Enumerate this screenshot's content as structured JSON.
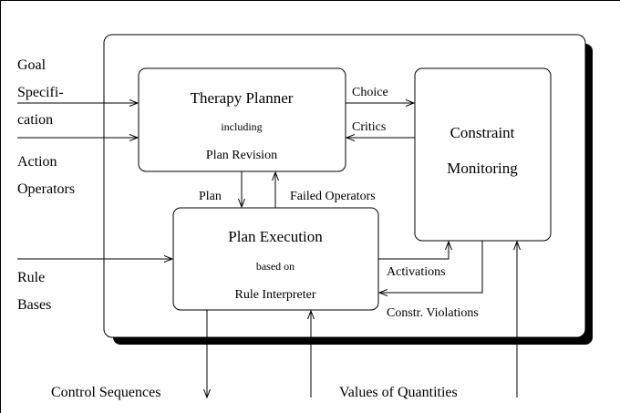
{
  "diagram": {
    "inputs": {
      "goal_line1": "Goal",
      "goal_line2": "Specifi-",
      "goal_line3": "cation",
      "action_line1": "Action",
      "action_line2": "Operators",
      "rule_line1": "Rule",
      "rule_line2": "Bases"
    },
    "boxes": {
      "therapy_planner": {
        "title": "Therapy Planner",
        "sub": "including",
        "detail": "Plan Revision"
      },
      "constraint_monitoring": {
        "line1": "Constraint",
        "line2": "Monitoring"
      },
      "plan_execution": {
        "title": "Plan Execution",
        "sub": "based on",
        "detail": "Rule Interpreter"
      }
    },
    "edges": {
      "choice": "Choice",
      "critics": "Critics",
      "plan": "Plan",
      "failed_operators": "Failed Operators",
      "activations": "Activations",
      "constr_violations": "Constr. Violations"
    },
    "outputs": {
      "control_sequences": "Control Sequences",
      "values_of_quantities": "Values of Quantities"
    }
  }
}
